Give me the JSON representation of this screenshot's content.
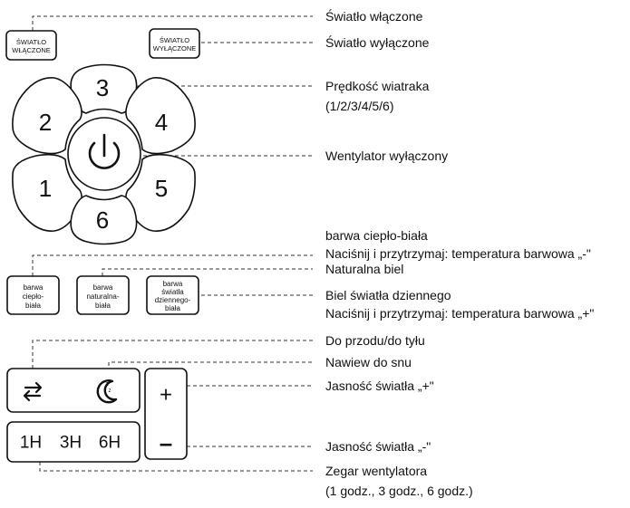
{
  "buttons": {
    "light_on": [
      "ŚWIATŁO",
      "WŁĄCZONE"
    ],
    "light_off": [
      "ŚWIATŁO",
      "WYŁĄCZONE"
    ],
    "speeds": [
      "3",
      "2",
      "4",
      "1",
      "5",
      "6"
    ],
    "color_warm": [
      "barwa",
      "ciepło-",
      "biała"
    ],
    "color_natural": [
      "barwa",
      "naturalna-",
      "biała"
    ],
    "color_daylight": [
      "barwa",
      "światła",
      "dziennego-",
      "biała"
    ],
    "timer": [
      "1H",
      "3H",
      "6H"
    ],
    "brightness_plus": "+",
    "brightness_minus": "–"
  },
  "labels": {
    "light_on": "Światło włączone",
    "light_off": "Światło wyłączone",
    "fan_speed": "Prędkość wiatraka",
    "fan_speed_values": "(1/2/3/4/5/6)",
    "fan_off": "Wentylator wyłączony",
    "warm_white": "barwa ciepło-biała",
    "warm_hold": "Naciśnij i przytrzymaj: temperatura barwowa „-\"",
    "natural_white": "Naturalna biel",
    "daylight_white": "Biel światła dziennego",
    "daylight_hold": "Naciśnij i przytrzymaj: temperatura barwowa „+\"",
    "direction": "Do przodu/do tyłu",
    "sleep": "Nawiew do snu",
    "brightness_up": "Jasność światła „+\"",
    "brightness_down": "Jasność światła „-\"",
    "timer": "Zegar wentylatora",
    "timer_values": "(1 godz., 3 godz., 6 godz.)"
  },
  "icons": {
    "power": "power-icon",
    "direction": "reverse-arrows-icon",
    "sleep": "moon-zz-icon"
  }
}
